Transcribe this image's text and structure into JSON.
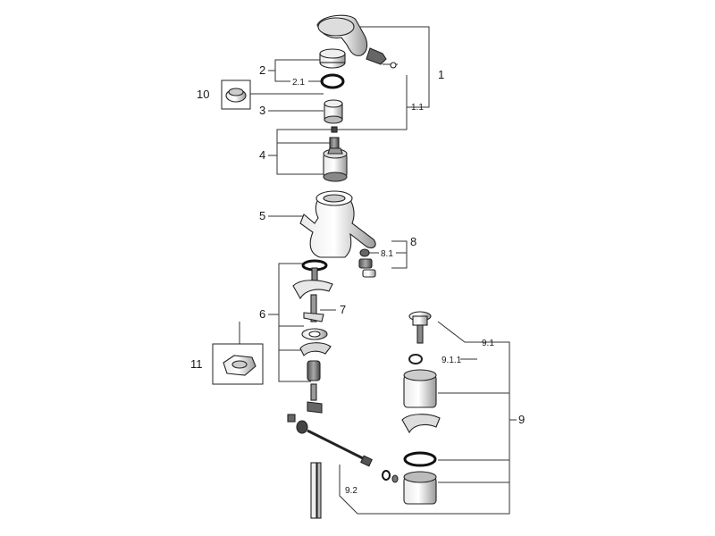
{
  "labels": {
    "l1": "1",
    "l1_1": "1.1",
    "l2": "2",
    "l2_1": "2.1",
    "l3": "3",
    "l4": "4",
    "l5": "5",
    "l6": "6",
    "l7": "7",
    "l8": "8",
    "l8_1": "8.1",
    "l9": "9",
    "l9_1": "9.1",
    "l9_1_1": "9.1.1",
    "l9_2": "9.2",
    "l10": "10",
    "l11": "11"
  }
}
